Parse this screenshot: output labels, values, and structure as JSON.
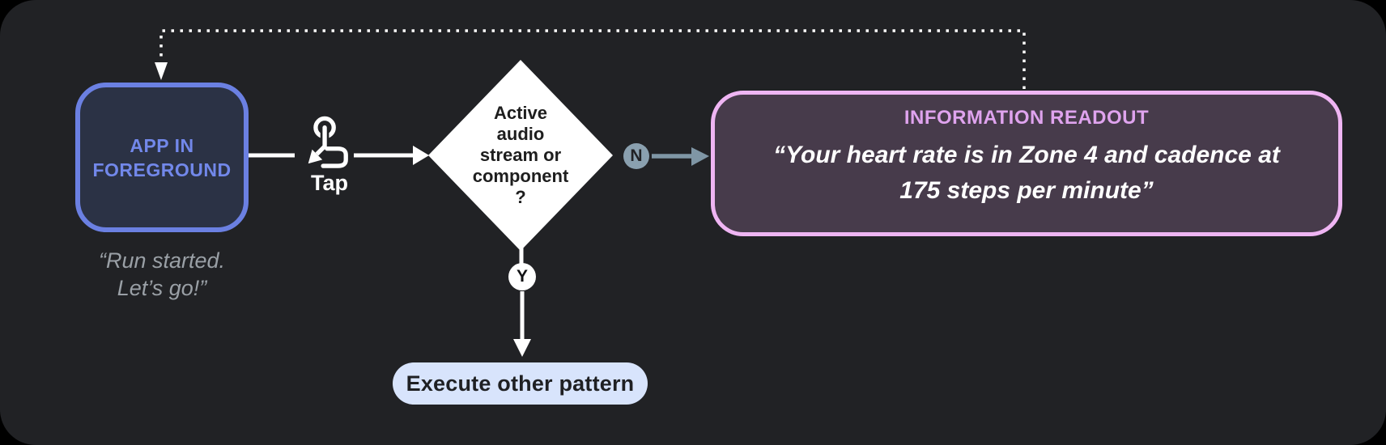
{
  "diagram": {
    "app_node": {
      "label": "APP IN FOREGROUND",
      "voice_caption": "“Run started.\nLet’s go!”"
    },
    "tap": {
      "label": "Tap",
      "icon": "tap-gesture-icon"
    },
    "decision": {
      "label": "Active\naudio\nstream or\ncomponent\n?",
      "no_label": "N",
      "yes_label": "Y"
    },
    "readout": {
      "title": "INFORMATION READOUT",
      "quote": "“Your heart rate is in Zone 4 and cadence at\n175 steps per minute”"
    },
    "execute": {
      "label": "Execute other pattern"
    }
  },
  "colors": {
    "outer_background": "#000000",
    "panel_background": "#212225",
    "app_node_border": "#6b80e2",
    "app_node_fill": "#2b3245",
    "app_node_text": "#7288ea",
    "caption_text": "#9aa0a6",
    "no_branch_slate": "#8aa0af",
    "no_arrow_slate": "#7f96a5",
    "readout_border": "#efb5f3",
    "readout_fill": "#473b4b",
    "readout_title_text": "#dfa3ee",
    "readout_quote_text": "#ffffff",
    "pill_fill": "#d8e4fc",
    "pill_text": "#1f2023",
    "connector_white": "#ffffff",
    "diamond_fill": "#ffffff",
    "diamond_text": "#1e1e1e"
  }
}
